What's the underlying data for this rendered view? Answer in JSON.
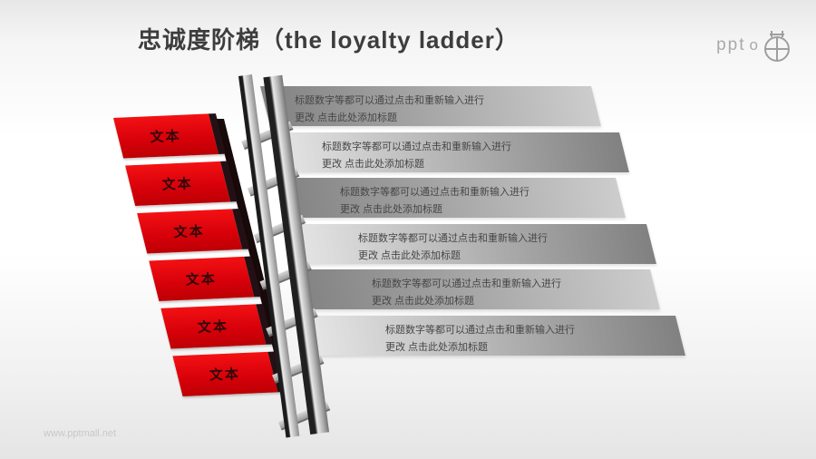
{
  "slide": {
    "title": "忠诚度阶梯（the loyalty ladder）",
    "watermark": "www.pptmall.net",
    "logo": {
      "text": "ppt",
      "o_mark": "o"
    }
  },
  "colors": {
    "accent_red": "#d6000a",
    "bar_dark_gray": "#828282",
    "bar_light_gray": "#e7e7e7",
    "body_text": "#464646",
    "title_text": "#3d3d3d"
  },
  "ladder_steps": [
    {
      "label": "文本"
    },
    {
      "label": "文本"
    },
    {
      "label": "文本"
    },
    {
      "label": "文本"
    },
    {
      "label": "文本"
    },
    {
      "label": "文本"
    }
  ],
  "bars": [
    {
      "line1": "标题数字等都可以通过点击和重新输入进行",
      "line2": "更改 点击此处添加标题"
    },
    {
      "line1": "标题数字等都可以通过点击和重新输入进行",
      "line2": "更改 点击此处添加标题"
    },
    {
      "line1": "标题数字等都可以通过点击和重新输入进行",
      "line2": "更改 点击此处添加标题"
    },
    {
      "line1": "标题数字等都可以通过点击和重新输入进行",
      "line2": "更改 点击此处添加标题"
    },
    {
      "line1": "标题数字等都可以通过点击和重新输入进行",
      "line2": "更改 点击此处添加标题"
    },
    {
      "line1": "标题数字等都可以通过点击和重新输入进行",
      "line2": "更改 点击此处添加标题"
    }
  ]
}
